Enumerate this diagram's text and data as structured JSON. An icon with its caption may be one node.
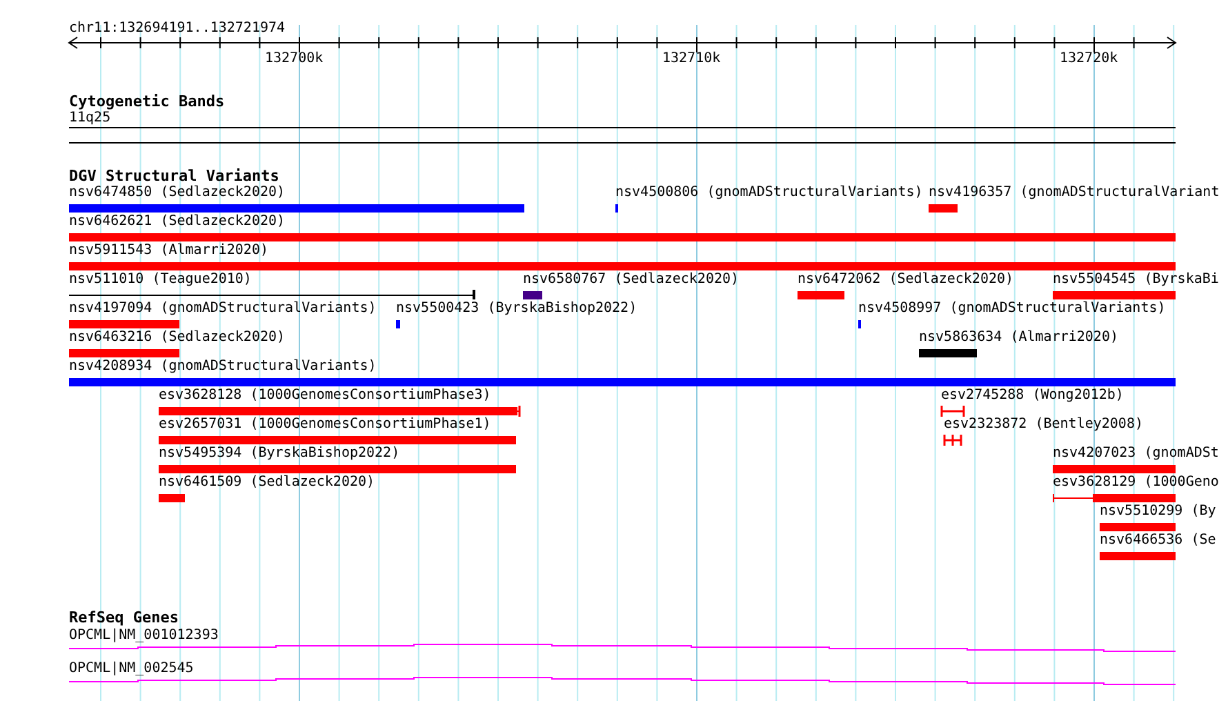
{
  "diagram": {
    "nodes": [
      {
        "text": [
          "11q25"
        ]
      },
      {
        "text": [
          "nsv6474850 (Sedlazeck2020)"
        ]
      },
      {
        "text": [
          "nsv4500806 (gnomADStructuralVariants)"
        ]
      },
      {
        "text": [
          "nsv4196357 (gnomADStructuralVariant"
        ]
      },
      {
        "text": [
          "nsv6462621 (Sedlazeck2020)"
        ]
      },
      {
        "text": [
          "nsv5911543 (Almarri2020)"
        ]
      },
      {
        "text": [
          "nsv511010 (Teague2010)"
        ]
      },
      {
        "text": [
          "nsv6580767 (Sedlazeck2020)"
        ]
      },
      {
        "text": [
          "nsv6472062 (Sedlazeck2020)"
        ]
      },
      {
        "text": [
          "nsv5504545 (ByrskaBi"
        ]
      },
      {
        "text": [
          "nsv4197094 (gnomADStructuralVariants)"
        ]
      },
      {
        "text": [
          "nsv5500423 (ByrskaBishop2022)"
        ]
      },
      {
        "text": [
          "nsv4508997 (gnomADStructuralVariants)"
        ]
      },
      {
        "text": [
          "nsv6463216 (Sedlazeck2020)"
        ]
      },
      {
        "text": [
          "nsv5863634 (Almarri2020)"
        ]
      },
      {
        "text": [
          "nsv4208934 (gnomADStructuralVariants)"
        ]
      },
      {
        "text": [
          "esv3628128 (1000GenomesConsortiumPhase3)"
        ]
      },
      {
        "text": [
          "esv2745288 (Wong2012b)"
        ]
      },
      {
        "text": [
          "esv2657031 (1000GenomesConsortiumPhase1)"
        ]
      },
      {
        "text": [
          "esv2323872 (Bentley2008)"
        ]
      },
      {
        "text": [
          "nsv5495394 (ByrskaBishop2022)"
        ]
      },
      {
        "text": [
          "nsv4207023 (gnomADSt"
        ]
      },
      {
        "text": [
          "nsv6461509 (Sedlazeck2020)"
        ]
      },
      {
        "text": [
          "esv3628129 (1000Geno"
        ]
      },
      {
        "text": [
          "nsv5510299 (By"
        ]
      },
      {
        "text": [
          "nsv6466536 (Se"
        ]
      },
      {
        "text": [
          "OPCML|NM_001012393"
        ]
      },
      {
        "text": [
          "OPCML|NM_002545"
        ]
      }
    ],
    "labels": [
      "chr11:132694191..132721974",
      "132700k",
      "132710k",
      "132720k",
      "Cytogenetic Bands",
      "DGV Structural Variants",
      "RefSeq Genes"
    ]
  }
}
